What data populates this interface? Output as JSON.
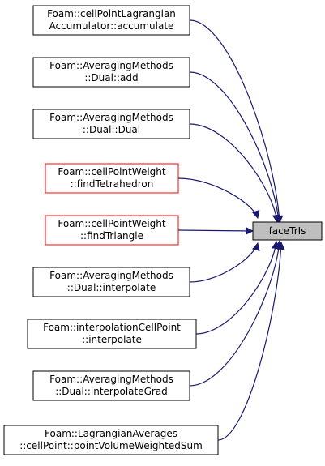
{
  "target": {
    "label": "faceTrIs"
  },
  "callers": [
    {
      "lines": [
        "Foam::cellPointLagrangian",
        "Accumulator::accumulate"
      ],
      "style": "normal"
    },
    {
      "lines": [
        "Foam::AveragingMethods",
        "::Dual::add"
      ],
      "style": "normal"
    },
    {
      "lines": [
        "Foam::AveragingMethods",
        "::Dual::Dual"
      ],
      "style": "normal"
    },
    {
      "lines": [
        "Foam::cellPointWeight",
        "::findTetrahedron"
      ],
      "style": "truncated"
    },
    {
      "lines": [
        "Foam::cellPointWeight",
        "::findTriangle"
      ],
      "style": "truncated"
    },
    {
      "lines": [
        "Foam::AveragingMethods",
        "::Dual::interpolate"
      ],
      "style": "normal"
    },
    {
      "lines": [
        "Foam::interpolationCellPoint",
        "::interpolate"
      ],
      "style": "normal"
    },
    {
      "lines": [
        "Foam::AveragingMethods",
        "::Dual::interpolateGrad"
      ],
      "style": "normal"
    },
    {
      "lines": [
        "Foam::LagrangianAverages",
        "::cellPoint::pointVolumeWeightedSum"
      ],
      "style": "normal"
    }
  ],
  "colors": {
    "edge": "#191970",
    "node_border": "#000000",
    "truncated_border": "#ff0000",
    "target_fill": "#bfbfbf",
    "text": "#000000"
  }
}
